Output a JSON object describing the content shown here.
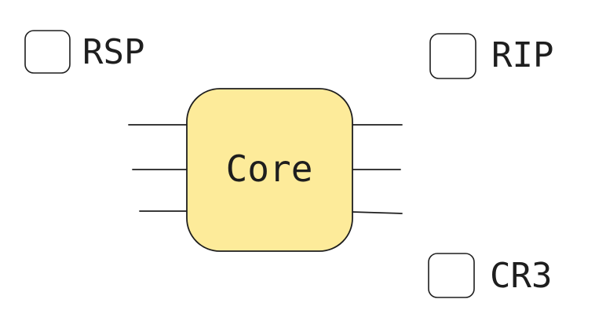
{
  "diagram": {
    "core": {
      "label": "Core",
      "fill_color": "#fdeb9a",
      "stroke_color": "#1e1e1e"
    },
    "registers": [
      {
        "label": "RSP",
        "checked": false
      },
      {
        "label": "RIP",
        "checked": false
      },
      {
        "label": "CR3",
        "checked": false
      }
    ],
    "pins": {
      "left_count": 3,
      "right_count": 3
    }
  }
}
